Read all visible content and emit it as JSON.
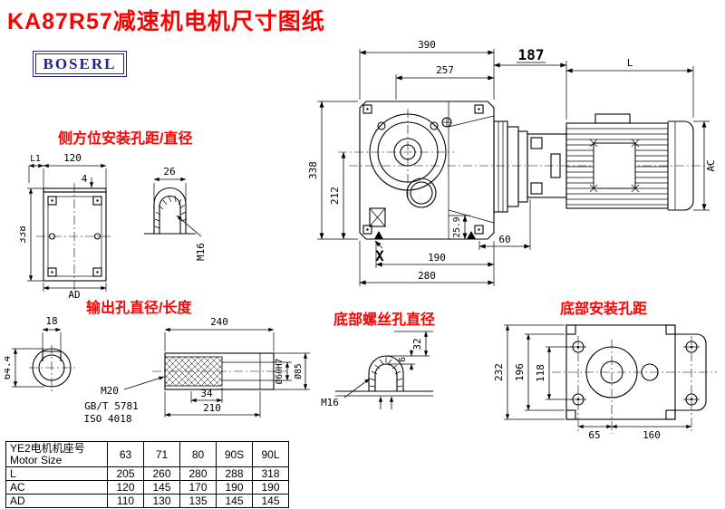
{
  "page": {
    "title": "KA87R57减速机电机尺寸图纸",
    "logo": "BOSERL"
  },
  "section_labels": {
    "side_mount": "侧方位安装孔距/直径",
    "output_hole": "输出孔直径/长度",
    "bottom_screw": "底部螺丝孔直径",
    "bottom_mount": "底部安装孔距"
  },
  "main_view": {
    "d390": "390",
    "d257": "257",
    "d187": "187",
    "dL": "L",
    "d338": "338",
    "d212": "212",
    "dAC": "AC",
    "d25_9": "25.9",
    "d60": "60",
    "d190": "190",
    "d280": "280",
    "dX": "X"
  },
  "side_view": {
    "dL1": "L1",
    "d120": "120",
    "d4": "4",
    "d26": "26",
    "d338": "338",
    "dAD": "AD",
    "dM16": "M16"
  },
  "output_view": {
    "d18": "18",
    "d64_4": "64.4",
    "d240": "240",
    "dM20": "M20",
    "std1": "GB/T 5781",
    "std2": "ISO 4018",
    "d34": "34",
    "d210": "210",
    "d60h7": "Ø60H7",
    "d85": "Ø85"
  },
  "screw_view": {
    "d32": "32",
    "d6": "6",
    "dM16": "M16"
  },
  "mount_view": {
    "d232": "232",
    "d196": "196",
    "d118": "118",
    "d65": "65",
    "d160": "160"
  },
  "table": {
    "header_line1": "YE2电机机座号",
    "header_line2": "Motor Size",
    "sizes": [
      "63",
      "71",
      "80",
      "90S",
      "90L"
    ],
    "rows": [
      {
        "label": "L",
        "values": [
          "205",
          "260",
          "280",
          "288",
          "318"
        ]
      },
      {
        "label": "AC",
        "values": [
          "120",
          "145",
          "170",
          "190",
          "190"
        ]
      },
      {
        "label": "AD",
        "values": [
          "110",
          "130",
          "135",
          "145",
          "145"
        ]
      }
    ]
  },
  "colors": {
    "title_red": "#ff0000",
    "label_red": "#ff0000",
    "logo_blue": "#20208e",
    "line_black": "#000000"
  }
}
